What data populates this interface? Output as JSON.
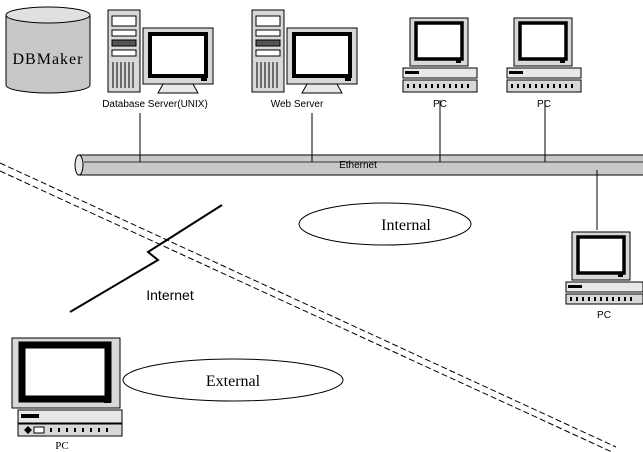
{
  "labels": {
    "database": "DBMaker",
    "db_server": "Database Server(UNIX)",
    "web_server": "Web Server",
    "pc_top_1": "PC",
    "pc_top_2": "PC",
    "ethernet": "Ethernet",
    "internal": "Internal",
    "pc_right": "PC",
    "internet": "Internet",
    "external": "External",
    "pc_external": "PC"
  },
  "icons": {
    "database": "database-cylinder-icon",
    "server": "server-tower-icon",
    "monitor": "crt-monitor-icon",
    "desktop": "desktop-pc-icon",
    "internet_link": "lightning-bolt-icon"
  }
}
